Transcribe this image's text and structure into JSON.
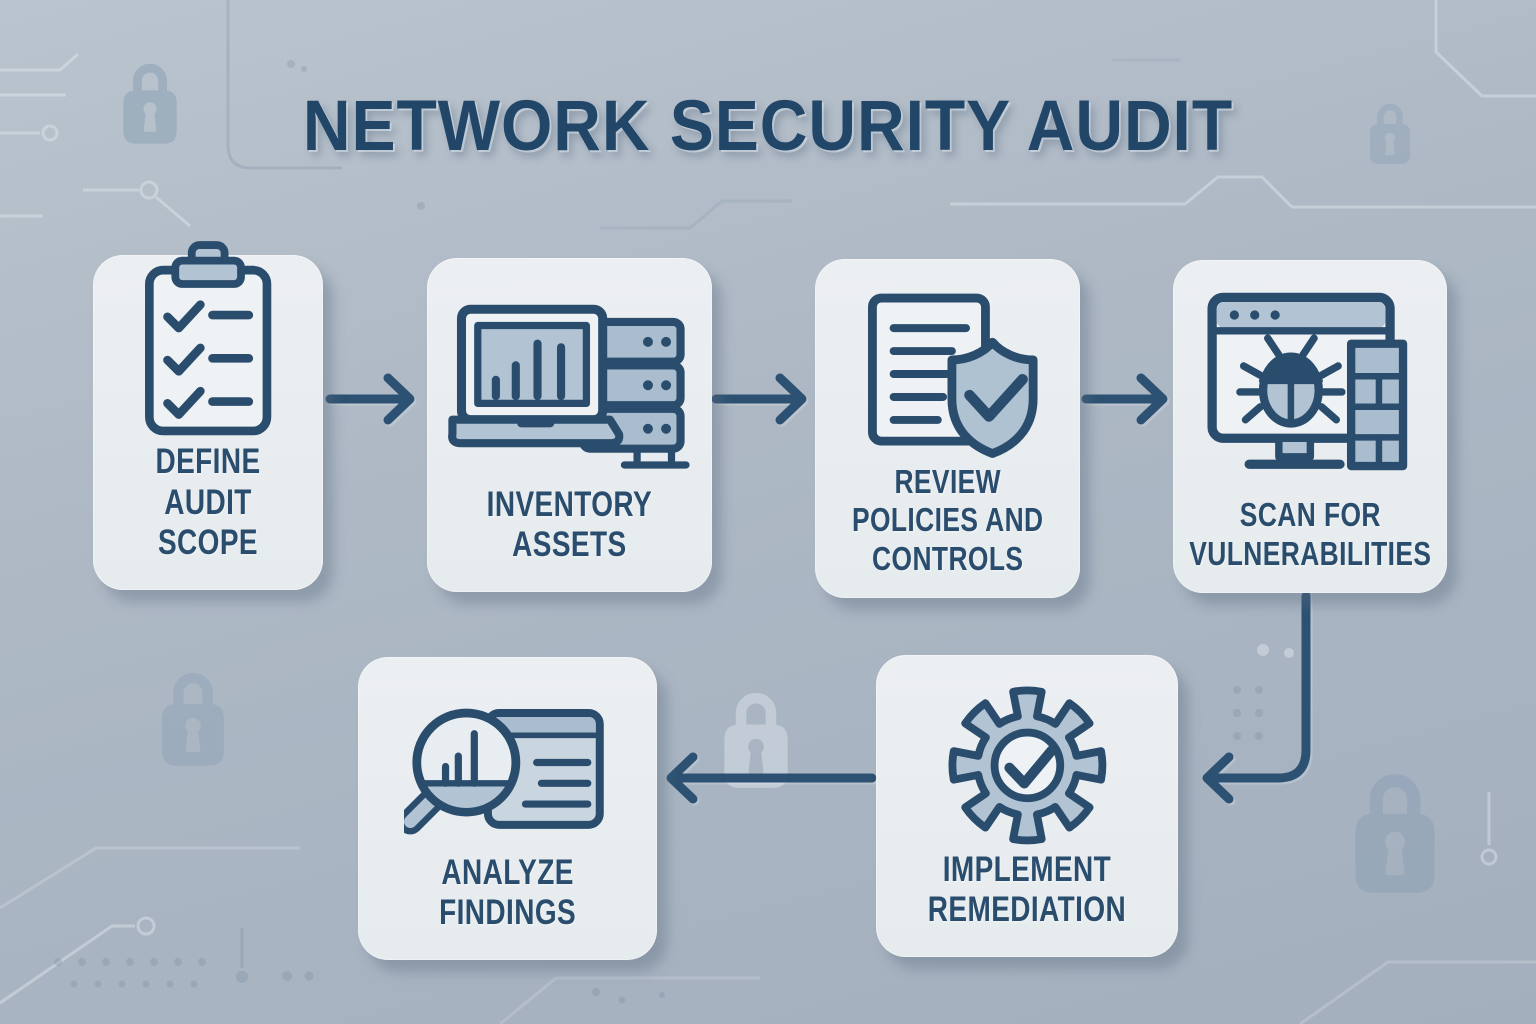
{
  "title": "NETWORK SECURITY AUDIT",
  "colors": {
    "background": "#adb9c5",
    "card": "#e9edf0",
    "ink": "#2b4d6d",
    "title": "#214668",
    "arrow": "#2d5172",
    "icon_fill_light": "#eef2f5",
    "icon_fill_mid": "#b2c4d3",
    "icon_fill_mid2": "#a9bdce",
    "watermark": "#8ba0b5"
  },
  "steps": [
    {
      "id": 1,
      "name": "define-audit-scope",
      "label_lines": [
        "DEFINE",
        "AUDIT SCOPE"
      ],
      "icon": "clipboard-checklist-icon"
    },
    {
      "id": 2,
      "name": "inventory-assets",
      "label_lines": [
        "INVENTORY",
        "ASSETS"
      ],
      "icon": "laptop-server-icon"
    },
    {
      "id": 3,
      "name": "review-policies-and-controls",
      "label_lines": [
        "REVIEW",
        "POLICIES AND",
        "CONTROLS"
      ],
      "icon": "document-shield-check-icon"
    },
    {
      "id": 4,
      "name": "scan-for-vulnerabilities",
      "label_lines": [
        "SCAN FOR",
        "VULNERABILITIES"
      ],
      "icon": "browser-bug-firewall-icon"
    },
    {
      "id": 5,
      "name": "implement-remediation",
      "label_lines": [
        "IMPLEMENT",
        "REMEDIATION"
      ],
      "icon": "gear-check-icon"
    },
    {
      "id": 6,
      "name": "analyze-findings",
      "label_lines": [
        "ANALYZE",
        "FINDINGS"
      ],
      "icon": "magnifier-report-icon"
    }
  ],
  "flow": {
    "arrows": [
      {
        "from": "define-audit-scope",
        "to": "inventory-assets",
        "direction": "right"
      },
      {
        "from": "inventory-assets",
        "to": "review-policies-and-controls",
        "direction": "right"
      },
      {
        "from": "review-policies-and-controls",
        "to": "scan-for-vulnerabilities",
        "direction": "right"
      },
      {
        "from": "scan-for-vulnerabilities",
        "to": "implement-remediation",
        "direction": "down-left-elbow"
      },
      {
        "from": "implement-remediation",
        "to": "analyze-findings",
        "direction": "left"
      }
    ]
  },
  "background_motifs": [
    "padlock-watermark",
    "circuit-trace-pattern"
  ]
}
